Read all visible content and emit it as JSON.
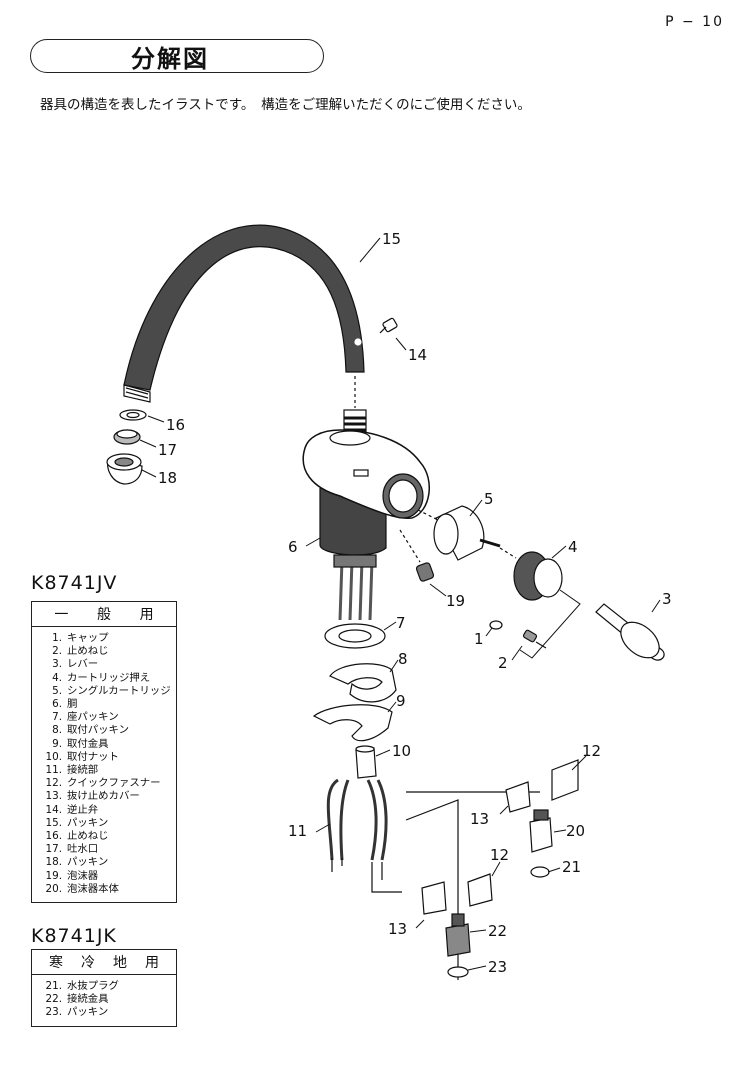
{
  "page_number": "P − 10",
  "title": "分解図",
  "intro": "器具の構造を表したイラストです。　構造をご理解いただくのにご使用ください。",
  "models": [
    {
      "name": "K8741JV",
      "header": [
        "一",
        "般",
        "用"
      ],
      "items": [
        {
          "num": "1.",
          "label": "キャップ"
        },
        {
          "num": "2.",
          "label": "止めねじ"
        },
        {
          "num": "3.",
          "label": "レバー"
        },
        {
          "num": "4.",
          "label": "カートリッジ押え"
        },
        {
          "num": "5.",
          "label": "シングルカートリッジ"
        },
        {
          "num": "6.",
          "label": "胴"
        },
        {
          "num": "7.",
          "label": "座パッキン"
        },
        {
          "num": "8.",
          "label": "取付パッキン"
        },
        {
          "num": "9.",
          "label": "取付金具"
        },
        {
          "num": "10.",
          "label": "取付ナット"
        },
        {
          "num": "11.",
          "label": "接続部"
        },
        {
          "num": "12.",
          "label": "クイックファスナー"
        },
        {
          "num": "13.",
          "label": "抜け止めカバー"
        },
        {
          "num": "14.",
          "label": "逆止弁"
        },
        {
          "num": "15.",
          "label": "パッキン"
        },
        {
          "num": "16.",
          "label": "止めねじ"
        },
        {
          "num": "17.",
          "label": "吐水口"
        },
        {
          "num": "18.",
          "label": "パッキン"
        },
        {
          "num": "19.",
          "label": "泡沫器"
        },
        {
          "num": "20.",
          "label": "泡沫器本体"
        }
      ]
    },
    {
      "name": "K8741JK",
      "header": [
        "寒",
        "冷",
        "地",
        "用"
      ],
      "items": [
        {
          "num": "21.",
          "label": "水抜プラグ"
        },
        {
          "num": "22.",
          "label": "接続金具"
        },
        {
          "num": "23.",
          "label": "パッキン"
        }
      ]
    }
  ],
  "callouts": [
    "1",
    "2",
    "3",
    "4",
    "5",
    "6",
    "7",
    "8",
    "9",
    "10",
    "11",
    "12",
    "12",
    "13",
    "13",
    "14",
    "15",
    "16",
    "17",
    "18",
    "19",
    "20",
    "21",
    "22",
    "23"
  ]
}
